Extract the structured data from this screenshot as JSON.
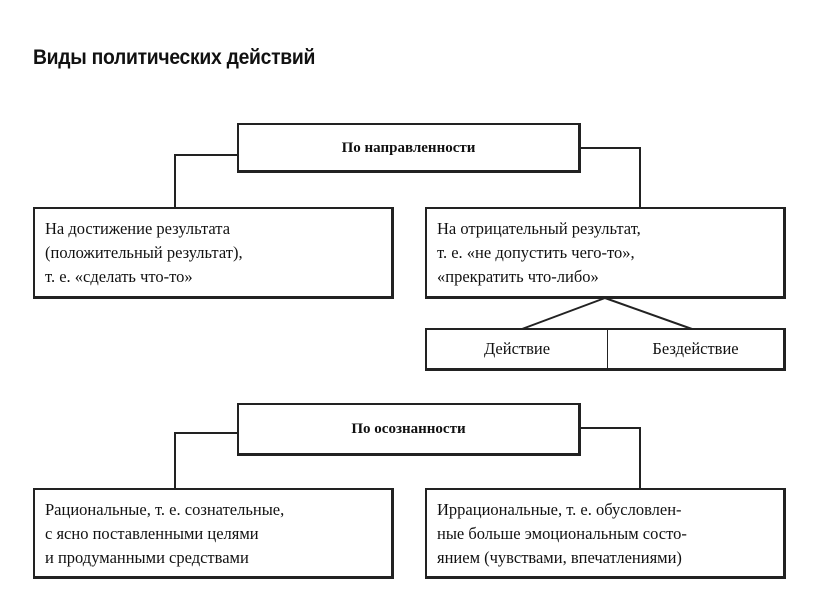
{
  "title": "Виды политических действий",
  "by_direction": {
    "label": "По направленности",
    "left": [
      "На достижение результата",
      "(положительный результат),",
      "т. е. «сделать что-то»"
    ],
    "right": [
      "На отрицательный результат,",
      "т. е. «не допустить чего-то»,",
      "«прекратить что-либо»"
    ],
    "sub": [
      "Действие",
      "Бездействие"
    ]
  },
  "by_awareness": {
    "label": "По осознанности",
    "left": [
      "Рациональные, т. е. сознательные,",
      "с ясно поставленными целями",
      "и продуманными средствами"
    ],
    "right": [
      "Иррациональные, т. е. обусловлен-",
      "ные больше эмоциональным состо-",
      "янием (чувствами, впечатлениями)"
    ]
  }
}
